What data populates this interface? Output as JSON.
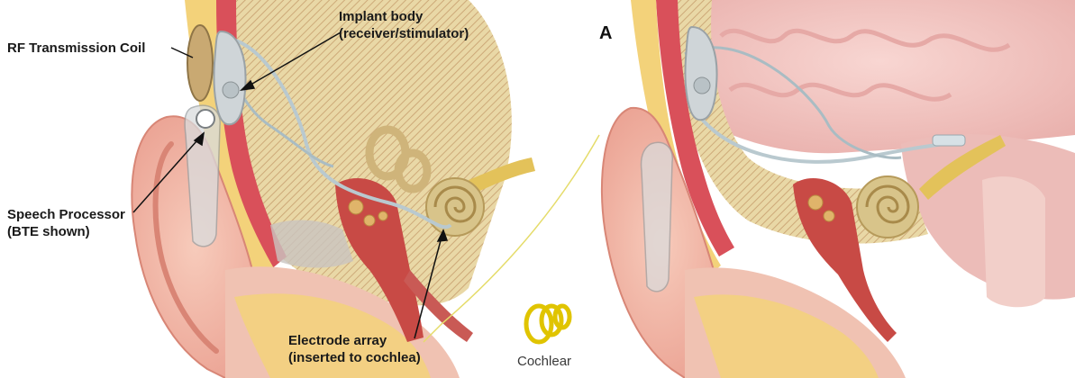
{
  "labels": {
    "rf_coil": "RF Transmission Coil",
    "implant_line1": "Implant body",
    "implant_line2": "(receiver/stimulator)",
    "speech_line1": "Speech Processor",
    "speech_line2": "(BTE shown)",
    "electrode_line1": "Electrode array",
    "electrode_line2": "(inserted to cochlea)"
  },
  "panel_label": "A",
  "logo": {
    "text": "Cochlear",
    "color": "#e0c400",
    "text_color": "#3a3a3a"
  },
  "colors": {
    "skin": "#f2b8a6",
    "skin_dark": "#e28f7c",
    "bone": "#e9d8a6",
    "bone_hatch": "#d7b985",
    "fat": "#f3d27a",
    "canal": "#c84a45",
    "cochlea": "#d8c48a",
    "brain": "#f4c9c6",
    "brain_fold": "#e6a9a6",
    "wire": "#b9c9cf",
    "implant": "#cfd5d8",
    "divider": "#e5dc6a"
  }
}
